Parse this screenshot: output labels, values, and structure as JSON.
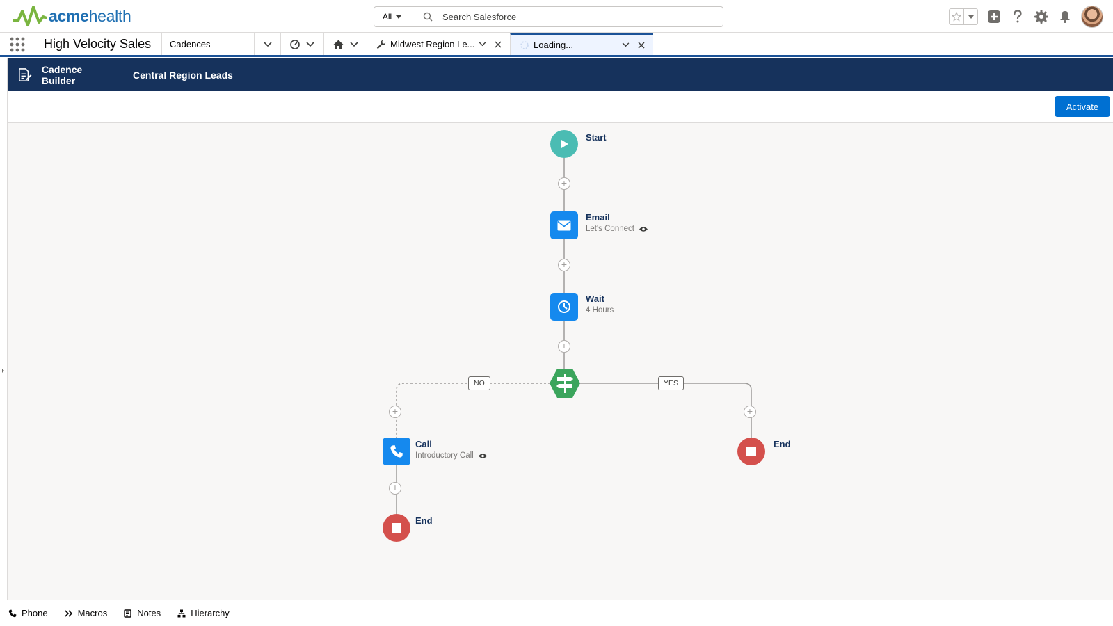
{
  "header": {
    "logo_acme": "acme",
    "logo_health": "health",
    "search_scope": "All",
    "search_placeholder": "Search Salesforce"
  },
  "nav": {
    "app_name": "High Velocity Sales",
    "cadences": "Cadences",
    "tabs": [
      {
        "label": "Midwest Region Le..."
      },
      {
        "label": "Loading..."
      }
    ]
  },
  "builder": {
    "title": "Cadence Builder",
    "record": "Central Region Leads",
    "activate_label": "Activate"
  },
  "flow": {
    "start": {
      "label": "Start"
    },
    "email": {
      "label": "Email",
      "sub": "Let's Connect"
    },
    "wait": {
      "label": "Wait",
      "sub": "4 Hours"
    },
    "branch_no": "NO",
    "branch_yes": "YES",
    "call": {
      "label": "Call",
      "sub": "Introductory Call"
    },
    "end_left": {
      "label": "End"
    },
    "end_right": {
      "label": "End"
    }
  },
  "footer": {
    "items": [
      {
        "label": "Phone"
      },
      {
        "label": "Macros"
      },
      {
        "label": "Notes"
      },
      {
        "label": "Hierarchy"
      }
    ]
  },
  "colors": {
    "brand_navy": "#16325c",
    "primary_button": "#0070d2",
    "step_blue": "#1589ee",
    "start_teal": "#4bbcb3",
    "end_red": "#d4504c",
    "decision_green": "#3ba55c"
  }
}
